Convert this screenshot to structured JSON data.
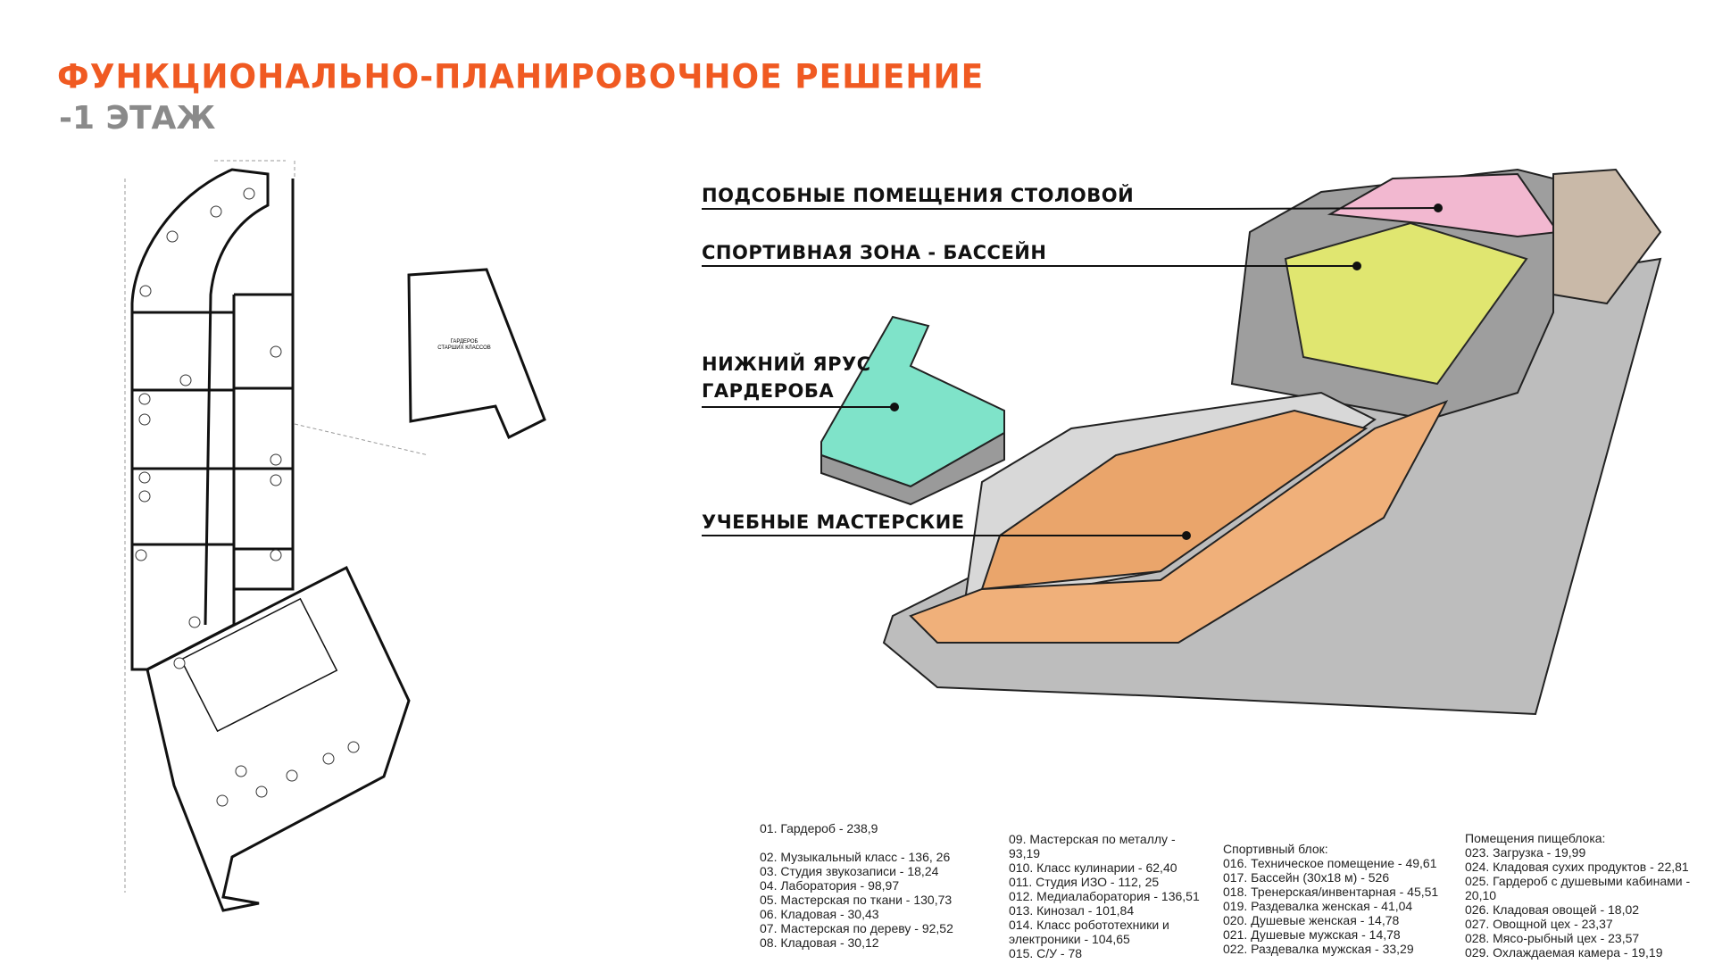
{
  "header": {
    "title": "ФУНКЦИОНАЛЬНО-ПЛАНИРОВОЧНОЕ РЕШЕНИЕ",
    "subtitle": "-1 ЭТАЖ"
  },
  "plan": {
    "annex_label": "ГАРДЕРОБ СТАРШИХ КЛАССОВ"
  },
  "callouts": [
    {
      "label": "ПОДСОБНЫЕ ПОМЕЩЕНИЯ СТОЛОВОЙ"
    },
    {
      "label": "СПОРТИВНАЯ ЗОНА - БАССЕЙН"
    },
    {
      "label_line1": "НИЖНИЙ ЯРУС",
      "label_line2": "ГАРДЕРОБА"
    },
    {
      "label": "УЧЕБНЫЕ МАСТЕРСКИЕ"
    }
  ],
  "colors": {
    "accent": "#f05a22",
    "canteen": "#f2b8d0",
    "sport": "#e4ea6e",
    "wardrobe": "#7fe3c9",
    "workshops": "#eaa56b",
    "structure": "#a9a9a9"
  },
  "legend": {
    "col1": [
      "01. Гардероб - 238,9",
      "02. Музыкальный класс - 136, 26",
      "03. Студия звукозаписи - 18,24",
      "04. Лаборатория - 98,97",
      "05. Мастерская по ткани - 130,73",
      "06. Кладовая - 30,43",
      "07. Мастерская по дереву - 92,52",
      "08. Кладовая - 30,12"
    ],
    "col2": [
      "09. Мастерская по металлу -",
      "93,19",
      "010. Класс кулинарии - 62,40",
      "011. Студия ИЗО - 112, 25",
      "012. Медиалаборатория - 136,51",
      "013. Кинозал - 101,84",
      "014. Класс робототехники и",
      "электроники - 104,65",
      "015. С/У - 78"
    ],
    "col3": [
      "Спортивный блок:",
      "016. Техническое помещение - 49,61",
      "017. Бассейн (30х18 м) - 526",
      "018. Тренерская/инвентарная - 45,51",
      "019. Раздевалка женская - 41,04",
      "020. Душевые женская - 14,78",
      "021. Душевые мужская - 14,78",
      "022. Раздевалка мужская - 33,29"
    ],
    "col4": [
      "Помещения пищеблока:",
      "023. Загрузка - 19,99",
      "024. Кладовая сухих продуктов - 22,81",
      "025. Гардероб с душевыми кабинами -",
      "20,10",
      "026. Кладовая овощей - 18,02",
      "027. Овощной цех - 23,37",
      "028. Мясо-рыбный цех - 23,57",
      "029. Охлаждаемая камера - 19,19"
    ]
  }
}
